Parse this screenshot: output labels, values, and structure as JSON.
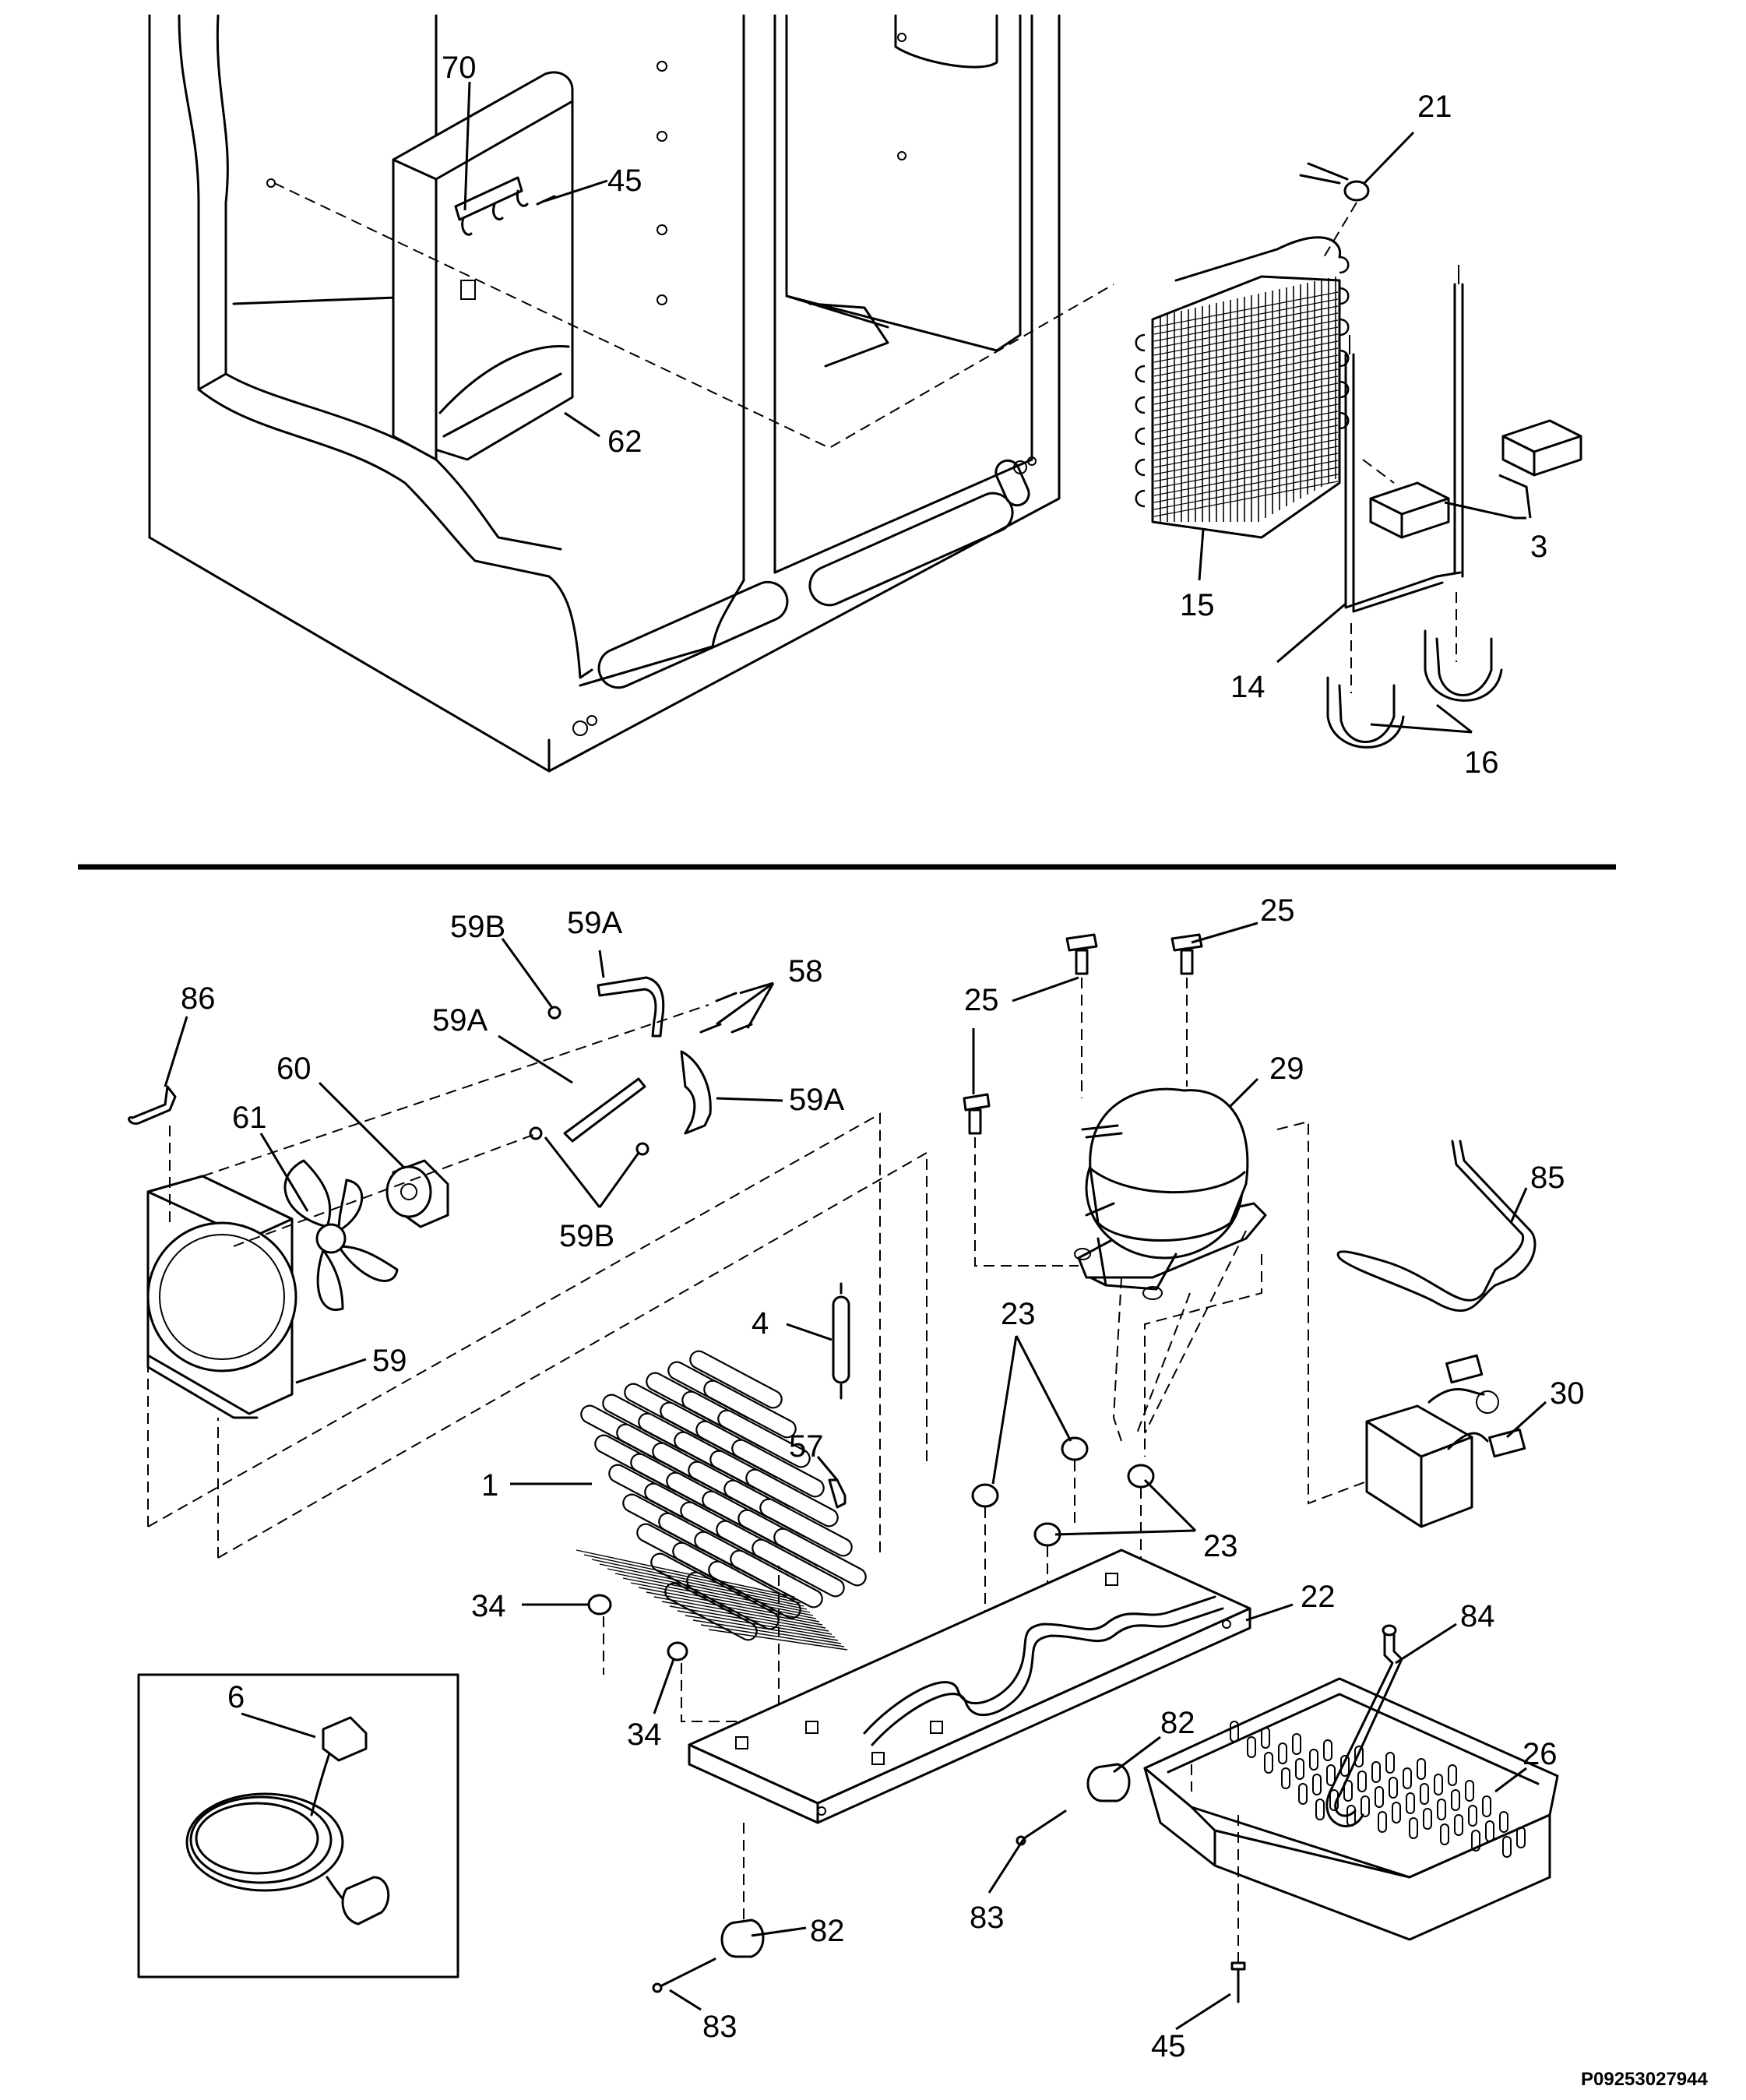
{
  "diagram": {
    "document_id": "P09253027944",
    "labels": {
      "p70": "70",
      "p45a": "45",
      "p62": "62",
      "p21": "21",
      "p15": "15",
      "p3": "3",
      "p14": "14",
      "p16": "16",
      "p59b_top": "59B",
      "p59a_top": "59A",
      "p58": "58",
      "p59a_mid": "59A",
      "p59a_right": "59A",
      "p86": "86",
      "p60": "60",
      "p61": "61",
      "p59b_bot": "59B",
      "p59": "59",
      "p25_top": "25",
      "p25_mid": "25",
      "p29": "29",
      "p85": "85",
      "p4": "4",
      "p23_top": "23",
      "p57": "57",
      "p1": "1",
      "p30": "30",
      "p23_bot": "23",
      "p22": "22",
      "p34_a": "34",
      "p34_b": "34",
      "p84": "84",
      "p6": "6",
      "p82_a": "82",
      "p26": "26",
      "p83_a": "83",
      "p82_b": "82",
      "p83_b": "83",
      "p45_b": "45"
    }
  }
}
